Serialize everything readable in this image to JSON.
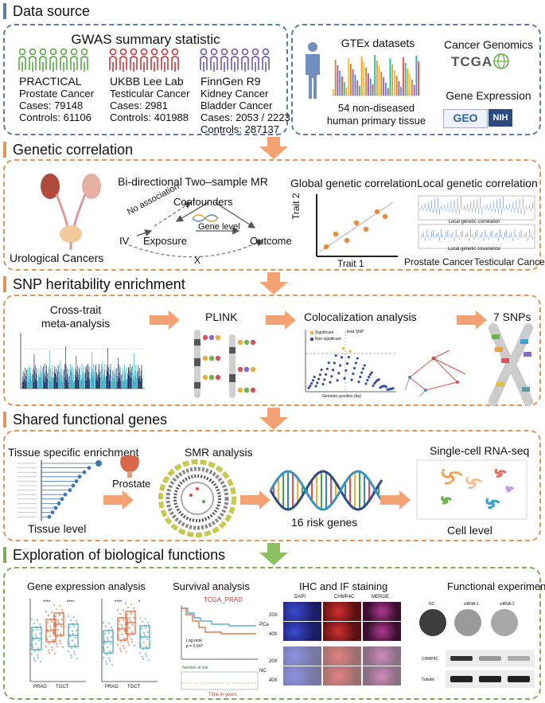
{
  "sections": {
    "data_source": "Data source",
    "genetic_correlation": "Genetic correlation",
    "snp": "SNP heritability enrichment",
    "shared": "Shared functional genes",
    "exploration": "Exploration of biological functions"
  },
  "colors": {
    "blue": "#5b79ab",
    "orange": "#e0955a",
    "green": "#7dae54",
    "arrow_orange": "#f4a274",
    "arrow_green": "#8dc063"
  },
  "gwas": {
    "title": "GWAS summary statistic",
    "cohorts": [
      {
        "name": "PRACTICAL",
        "lines": [
          "Prostate Cancer",
          "Cases: 79148",
          "Controls: 61106"
        ],
        "color": "#5aa646"
      },
      {
        "name": "UKBB Lee Lab",
        "lines": [
          "Testicular Cancer",
          "Cases: 2981",
          "Controls: 401988"
        ],
        "color": "#c8383c"
      },
      {
        "name": "FinnGen R9",
        "lines": [
          "Kidney Cancer",
          "Bladder Cancer",
          "Cases: 2053 / 2223",
          "Controls: 287137"
        ],
        "color": "#6a5aa8"
      }
    ]
  },
  "gtex": {
    "title": "GTEx datasets",
    "caption_1": "54 non-diseased",
    "caption_2": "human primary tissue"
  },
  "cancer_genomics": {
    "title": "Cancer Genomics",
    "logo": "TCGA"
  },
  "gene_expression": {
    "title": "Gene Expression",
    "logo_geo": "GEO",
    "logo_nih": "NIH"
  },
  "gc": {
    "urological": "Urological Cancers",
    "mr_title": "Bi-directional Two–sample MR",
    "confounders": "Confounders",
    "no_association": "No association",
    "gene_level": "Gene level",
    "iv": "IV",
    "exposure": "Exposure",
    "outcome": "Outcome",
    "x_mark": "X",
    "global_title": "Global genetic correlation",
    "trait2": "Trait 2",
    "trait1": "Trait 1",
    "local_title": "Local genetic correlation",
    "local_sub1": "Local genetic correlation",
    "local_sub2": "Local genetic covariance",
    "prostate": "Prostate Cancer",
    "testicular": "Testicular Cancer"
  },
  "snp": {
    "cross_1": "Cross-trait",
    "cross_2": "meta-analysis",
    "plink": "PLINK",
    "coloc": "Colocalization analysis",
    "seven": "7 SNPs",
    "significant": "Significant",
    "non_significant": "Non significant",
    "lead_snp": "lead SNP",
    "genomic_position": "Genomic position (bp)"
  },
  "shared": {
    "tissue": "Tissue specific enrichment",
    "prostate": "Prostate",
    "smr": "SMR analysis",
    "tissue_level": "Tissue level",
    "risk": "16 risk genes",
    "scrna": "Single-cell RNA-seq",
    "cell_level": "Cell level"
  },
  "explore": {
    "gene_expr": "Gene expression analysis",
    "survival": "Survival analysis",
    "tcga_prad": "TCGA_PRAD",
    "logrank": "Log-rank",
    "pval": "p = 0.047",
    "number_at_risk": "Number at risk",
    "time": "Time in years",
    "ihc": "IHC and IF staining",
    "dapi": "DAPI",
    "chmp4c": "CHMP4C",
    "merge": "MERGE",
    "pca": "PCa",
    "nc": "NC",
    "mag20": "20X",
    "mag40": "40X",
    "functional": "Functional experiments",
    "fx_nc": "NC",
    "sirna1": "siRNA-1",
    "sirna2": "siRNA-2",
    "blot_chmp4c": "CHMP4C",
    "tubulin": "Tubulin",
    "prad": "PRAD",
    "tgct": "TGCT"
  }
}
